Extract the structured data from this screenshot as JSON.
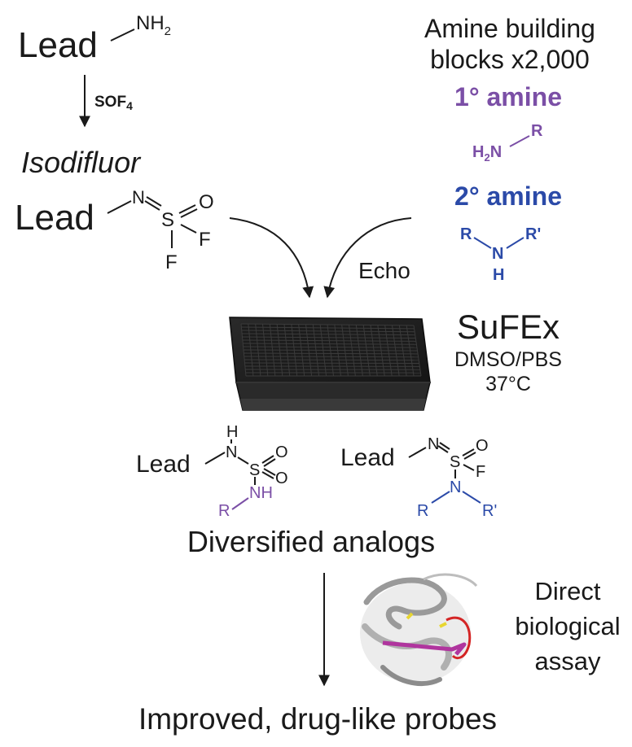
{
  "colors": {
    "ink": "#1a1a1a",
    "primary_amine": "#7b4fa6",
    "secondary_amine": "#2b4aa8",
    "plate": "#1e1e1e",
    "protein_accent_magenta": "#b0359e",
    "protein_accent_red": "#d42525",
    "protein_accent_yellow": "#e8d630"
  },
  "start": {
    "lead_label": "Lead",
    "amine_group": "NH",
    "amine_subscript": "2"
  },
  "reagent": {
    "label": "SOF",
    "subscript": "4"
  },
  "intermediate": {
    "name": "Isodifluor",
    "lead_label": "Lead",
    "atom_n": "N",
    "atom_s": "S",
    "atom_o": "O",
    "atom_f1": "F",
    "atom_f2": "F"
  },
  "building_blocks": {
    "title_line1": "Amine building",
    "title_line2": "blocks x2,000",
    "primary_title": "1° amine",
    "primary_r": "R",
    "primary_h2n": "H",
    "primary_h2n_sub": "2",
    "primary_n": "N",
    "secondary_title": "2° amine",
    "secondary_r1": "R",
    "secondary_n": "N",
    "secondary_r2": "R'",
    "secondary_h": "H"
  },
  "transfer": {
    "label": "Echo"
  },
  "reaction": {
    "title": "SuFEx",
    "solvent": "DMSO/PBS",
    "temperature": "37°C"
  },
  "product1": {
    "lead_label": "Lead",
    "atom_h": "H",
    "atom_n": "N",
    "atom_s": "S",
    "atom_o1": "O",
    "atom_o2": "O",
    "atom_nh": "NH",
    "atom_r": "R"
  },
  "product2": {
    "lead_label": "Lead",
    "atom_n1": "N",
    "atom_s": "S",
    "atom_o": "O",
    "atom_f": "F",
    "atom_n2": "N",
    "atom_r1": "R",
    "atom_r2": "R'"
  },
  "analogs": {
    "label": "Diversified analogs"
  },
  "assay": {
    "line1": "Direct",
    "line2": "biological",
    "line3": "assay",
    "protein_icon": "protein-ribbon-icon"
  },
  "outcome": {
    "label": "Improved, drug-like probes"
  }
}
